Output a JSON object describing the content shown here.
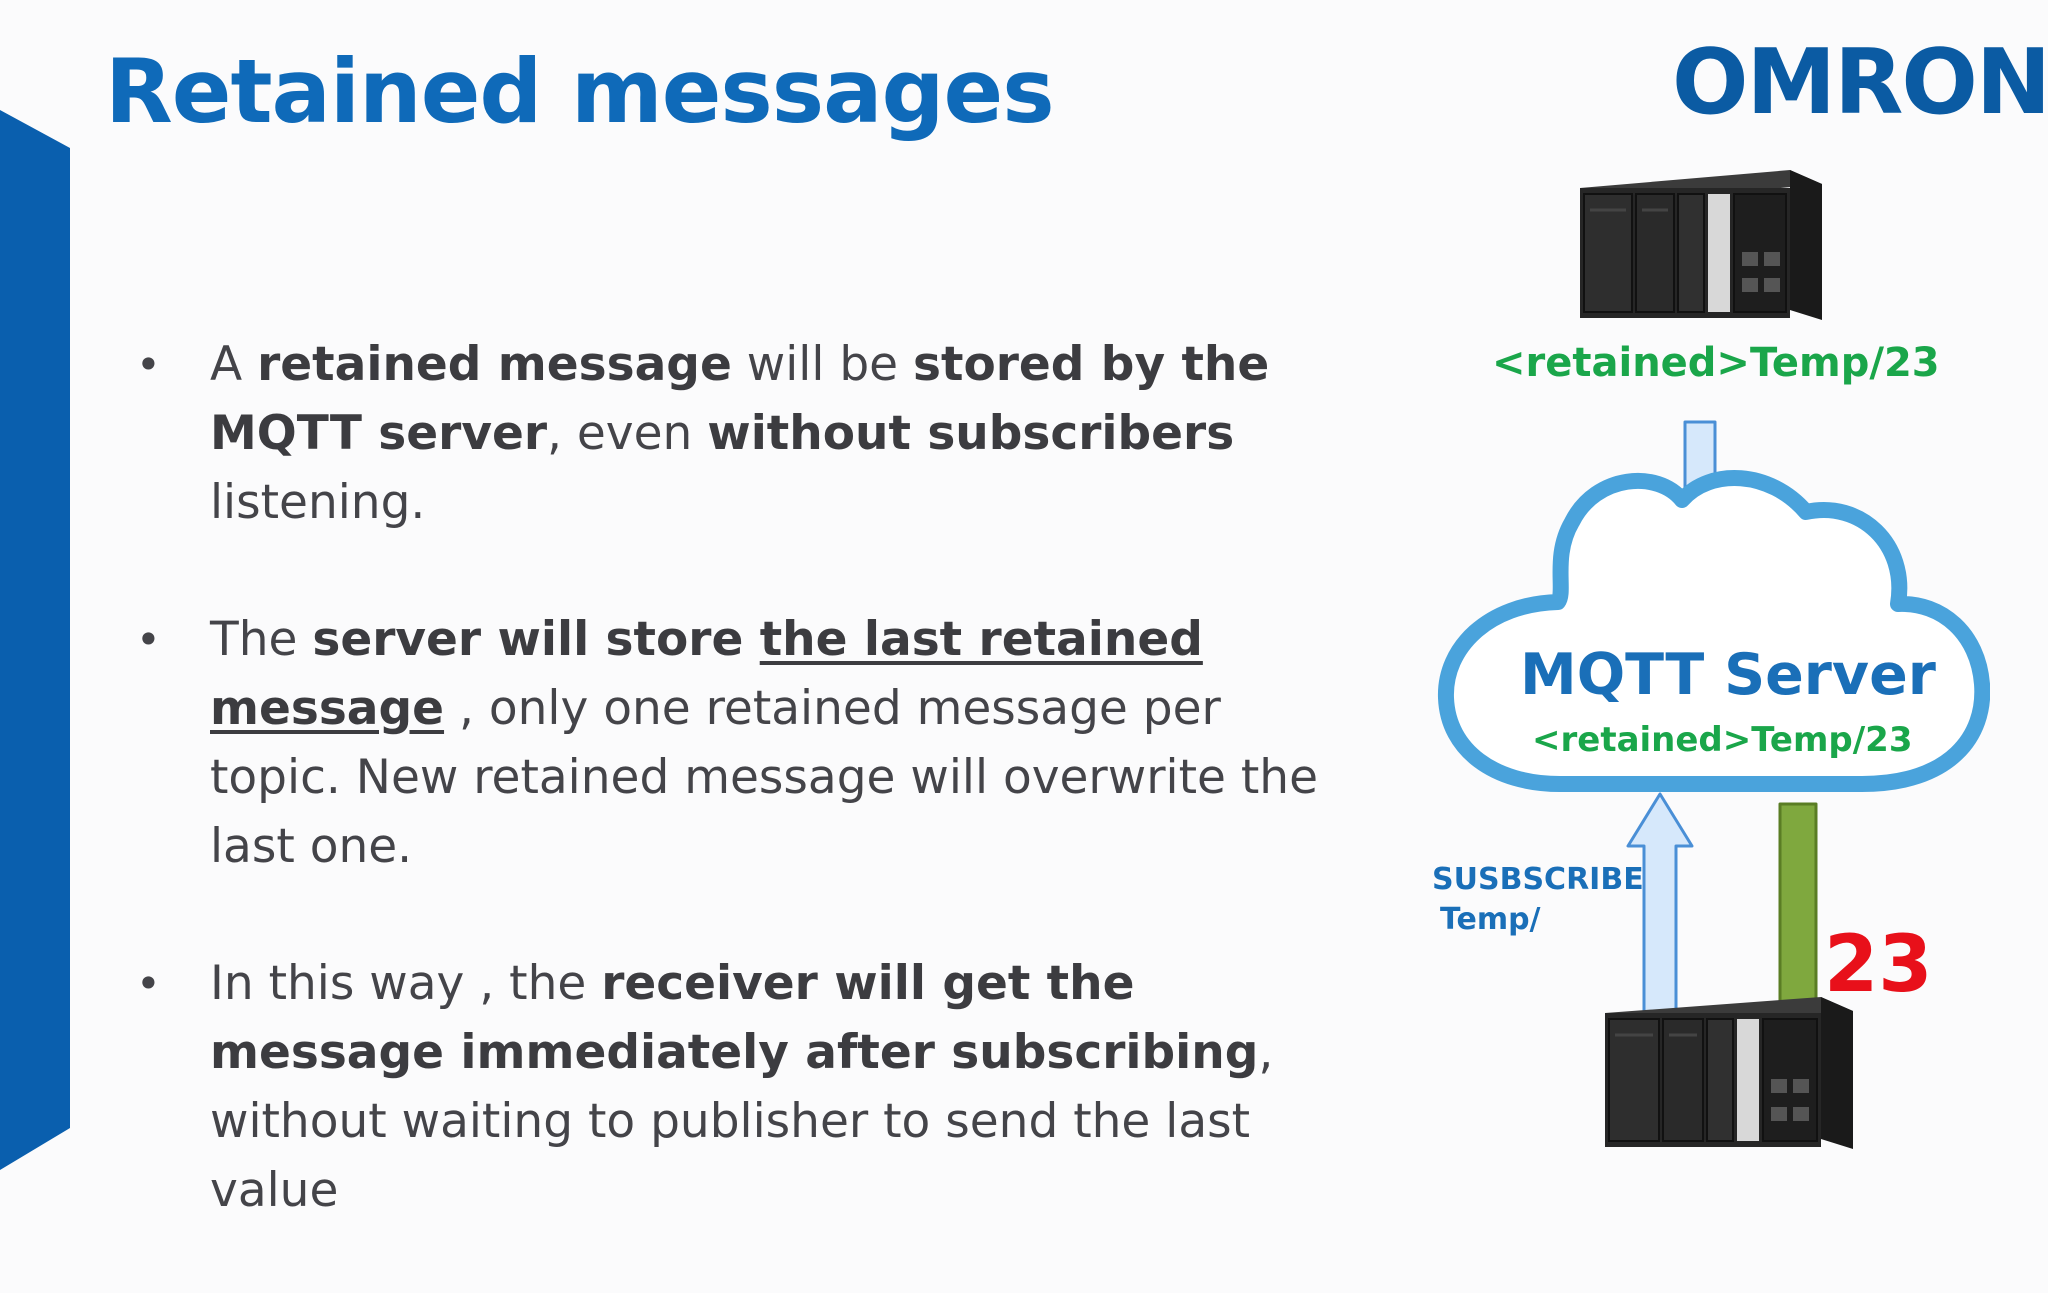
{
  "title": "Retained messages",
  "logo": "OMRON",
  "bullets": [
    {
      "parts": [
        {
          "t": "A "
        },
        {
          "t": "retained message",
          "b": true
        },
        {
          "t": " will be "
        },
        {
          "t": "stored by the MQTT server",
          "b": true
        },
        {
          "t": ", even "
        },
        {
          "t": "without subscribers",
          "b": true
        },
        {
          "t": " listening."
        }
      ]
    },
    {
      "parts": [
        {
          "t": "The "
        },
        {
          "t": "server will store ",
          "b": true
        },
        {
          "t": "the last retained message",
          "b": true,
          "u": true
        },
        {
          "t": " , only one retained message per topic. New retained message will overwrite the last one."
        }
      ]
    },
    {
      "parts": [
        {
          "t": "In this way , the "
        },
        {
          "t": "receiver will get the message immediately after subscribing",
          "b": true
        },
        {
          "t": ", without waiting to publisher to send the last value"
        }
      ]
    }
  ],
  "diagram": {
    "publish_label": "<retained>Temp/23",
    "server_name": "MQTT Server",
    "server_retained": "<retained>Temp/23",
    "subscribe_label_1": "SUSBSCRIBE",
    "subscribe_label_2": "Temp/",
    "received_value": "23"
  },
  "colors": {
    "title": "#0f6ab9",
    "accent_bar": "#0a5fae",
    "retained_green": "#1aa64a",
    "server_text": "#1a6fb8",
    "cloud_stroke": "#4aa3dc",
    "value_red": "#e8101a",
    "arrow_blue": "#d6e8fb",
    "arrow_green": "#7fa83e"
  }
}
